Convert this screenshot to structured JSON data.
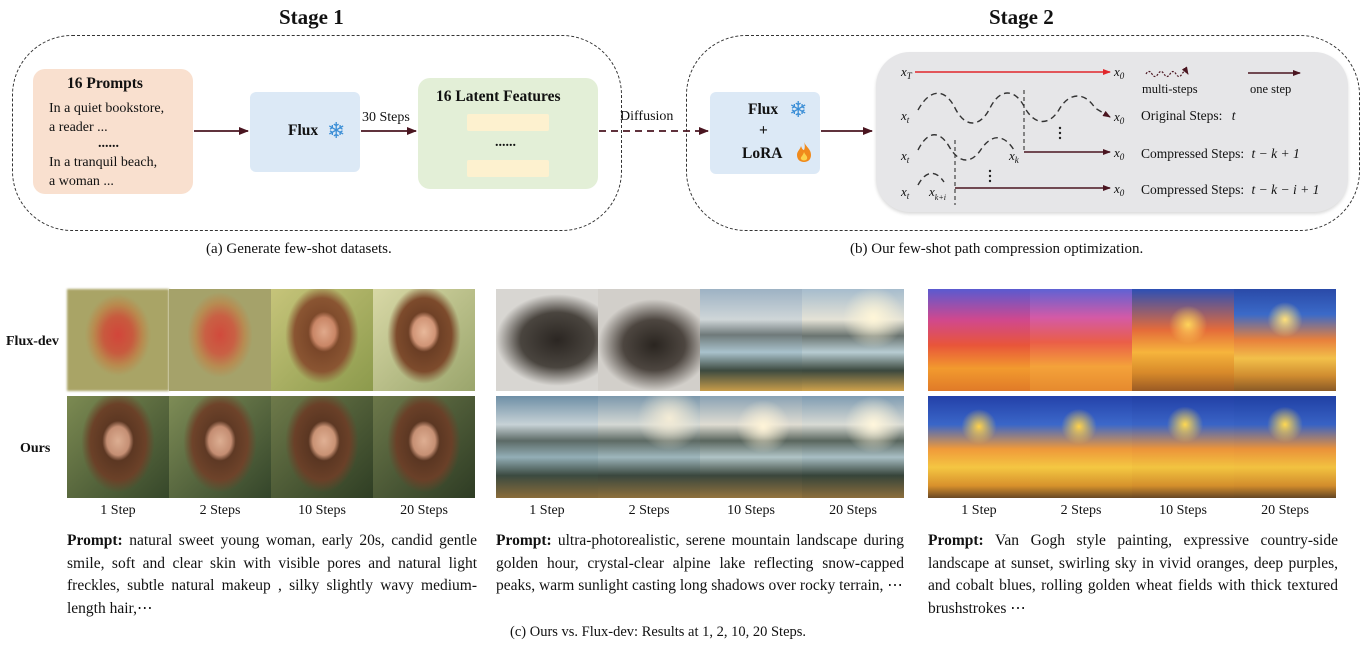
{
  "stage1": {
    "title": "Stage 1",
    "prompts_title": "16 Prompts",
    "prompt_line1": "In a quiet bookstore,",
    "prompt_line2": "a reader ...",
    "prompt_dots": "......",
    "prompt_line3": "In a tranquil beach,",
    "prompt_line4": "a woman ...",
    "flux_label": "Flux",
    "steps_label": "30 Steps",
    "latent_title": "16 Latent Features",
    "latent_dots": "......",
    "caption": "(a) Generate few-shot datasets."
  },
  "diffusion_label": "Diffusion",
  "stage2": {
    "title": "Stage 2",
    "flux_label": "Flux",
    "plus": "+",
    "lora_label": "LoRA",
    "legend_multi": "multi-steps",
    "legend_one": "one step",
    "row_original": "Original Steps:",
    "row_original_math": "t",
    "row_compressed1": "Compressed Steps:",
    "row_compressed1_math": "t − k + 1",
    "row_compressed2": "Compressed Steps:",
    "row_compressed2_math": "t − k − i + 1",
    "caption": "(b) Our few-shot path compression optimization."
  },
  "comparison": {
    "row_labels": [
      "Flux-dev",
      "Ours"
    ],
    "step_labels": [
      "1 Step",
      "2 Steps",
      "10 Steps",
      "20 Steps"
    ],
    "prompt_prefix": "Prompt:",
    "prompts": [
      "natural sweet young woman, early 20s, candid gentle smile, soft and clear skin with visible pores and natural light freckles, subtle natural makeup , silky slightly wavy medium-length hair,⋯",
      "ultra-photorealistic, serene mountain landscape during golden hour, crystal-clear alpine lake reflecting snow-capped peaks, warm sunlight casting long shadows over rocky terrain, ⋯",
      "Van Gogh style painting, expressive country-side landscape at sunset, swirling sky in vivid oranges, deep purples, and cobalt blues, rolling golden wheat fields with thick textured brushstrokes ⋯"
    ],
    "caption": "(c) Ours vs. Flux-dev: Results at 1, 2, 10, 20 Steps."
  },
  "colors": {
    "prompts_bg": "#f9e0cf",
    "flux_bg": "#dce9f6",
    "latent_bg": "#e3efd7",
    "arrow": "#4a1520",
    "red_path": "#e0262b",
    "fire": "#f08a1c"
  }
}
